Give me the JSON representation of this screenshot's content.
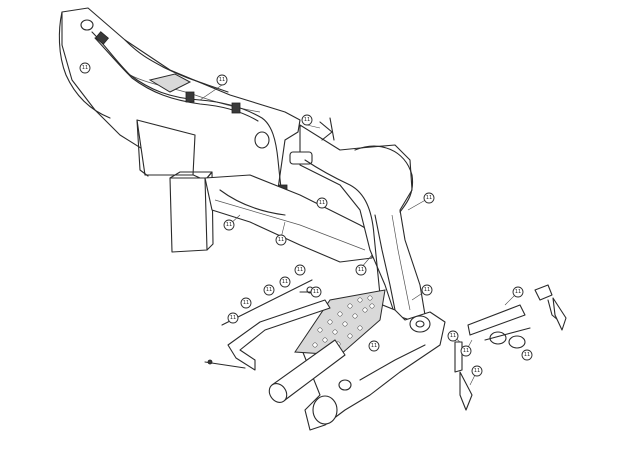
{
  "figure": {
    "description_visible_text": "",
    "callouts": [
      {
        "id": "c1",
        "label": "11"
      },
      {
        "id": "c2",
        "label": "11"
      },
      {
        "id": "c3",
        "label": "11"
      },
      {
        "id": "c4",
        "label": "11"
      },
      {
        "id": "c5",
        "label": "11"
      },
      {
        "id": "c6",
        "label": "11"
      },
      {
        "id": "c7",
        "label": "11"
      },
      {
        "id": "c8",
        "label": "11"
      },
      {
        "id": "c9",
        "label": "11"
      },
      {
        "id": "c10",
        "label": "11"
      },
      {
        "id": "c11",
        "label": "11"
      },
      {
        "id": "c12",
        "label": "11"
      },
      {
        "id": "c13",
        "label": "11"
      },
      {
        "id": "c14",
        "label": "11"
      },
      {
        "id": "c15",
        "label": "11"
      },
      {
        "id": "c16",
        "label": "11"
      },
      {
        "id": "c17",
        "label": "11"
      },
      {
        "id": "c18",
        "label": "11"
      },
      {
        "id": "c19",
        "label": "11"
      },
      {
        "id": "c20",
        "label": "11"
      },
      {
        "id": "c21",
        "label": "11"
      }
    ]
  }
}
